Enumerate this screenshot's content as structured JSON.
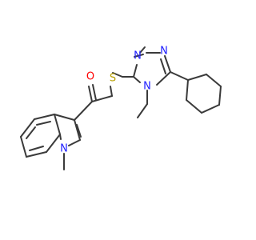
{
  "molecule": {
    "atoms": {
      "oxygen": "O",
      "sulfur": "S",
      "n_triazole_1": "N",
      "n_triazole_2": "N",
      "n_triazole_4": "N",
      "n_indole": "N"
    },
    "colors": {
      "bond": "#3a3a3a",
      "oxygen": "#ff0000",
      "sulfur": "#b8a000",
      "nitrogen": "#2020ff"
    }
  }
}
